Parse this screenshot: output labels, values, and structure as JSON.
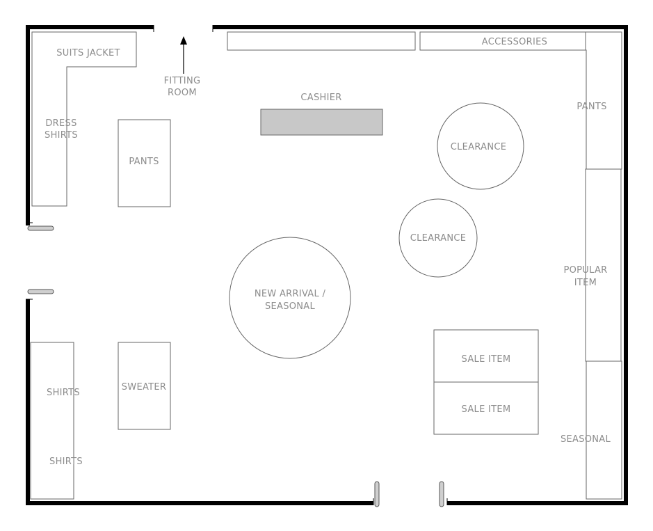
{
  "labels": {
    "suits_jacket": "SUITS JACKET",
    "dress_shirts_1": "DRESS",
    "dress_shirts_2": "SHIRTS",
    "fitting_room_1": "FITTING",
    "fitting_room_2": "ROOM",
    "cashier": "CASHIER",
    "accessories": "ACCESSORIES",
    "pants_right": "PANTS",
    "pants_left": "PANTS",
    "clearance_1": "CLEARANCE",
    "clearance_2": "CLEARANCE",
    "popular_item_1": "POPULAR",
    "popular_item_2": "ITEM",
    "new_arrival_1": "NEW ARRIVAL /",
    "new_arrival_2": "SEASONAL",
    "sale_item_1": "SALE ITEM",
    "sale_item_2": "SALE ITEM",
    "shirts_1": "SHIRTS",
    "shirts_2": "SHIRTS",
    "sweater": "SWEATER",
    "seasonal": "SEASONAL"
  },
  "colors": {
    "wall": "#000000",
    "fixture_stroke": "#666666",
    "cashier_fill": "#c8c8c8",
    "label": "#8c8c8c"
  }
}
